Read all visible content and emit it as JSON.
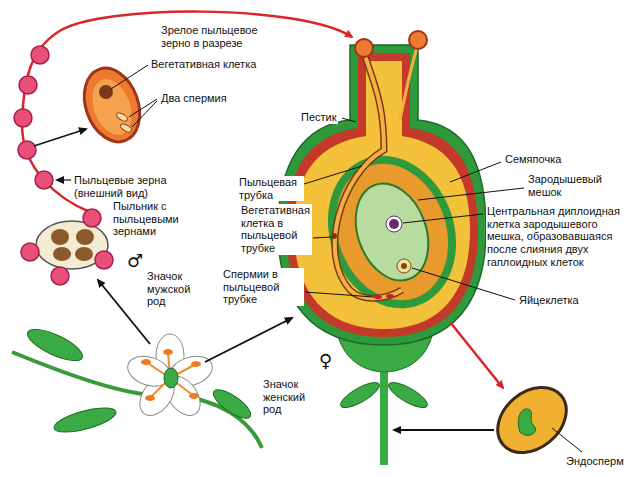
{
  "diagram": {
    "labels": [
      "Зрелое пыльцевое зерно в разрезе",
      "Вегетативная клетка",
      "Два спермия",
      "Пыльцевые зерна (внешний вид)",
      "Пыльник с пыльцевыми зернами",
      "♂",
      "Значок мужской род",
      "Пестик",
      "Пыльцевая трубка",
      "Вегетативная клетка в пыльцевой трубке",
      "Спермии в пыльцевой трубке",
      "Семяпочка",
      "Зародышевый мешок",
      "Центральная диплоидная клетка зародышевого мешка, образовавшаяся после слияния двух гаплоидных клеток",
      "Яйцеклетка",
      "♀",
      "Значок женский род",
      "Эндосперм"
    ]
  }
}
